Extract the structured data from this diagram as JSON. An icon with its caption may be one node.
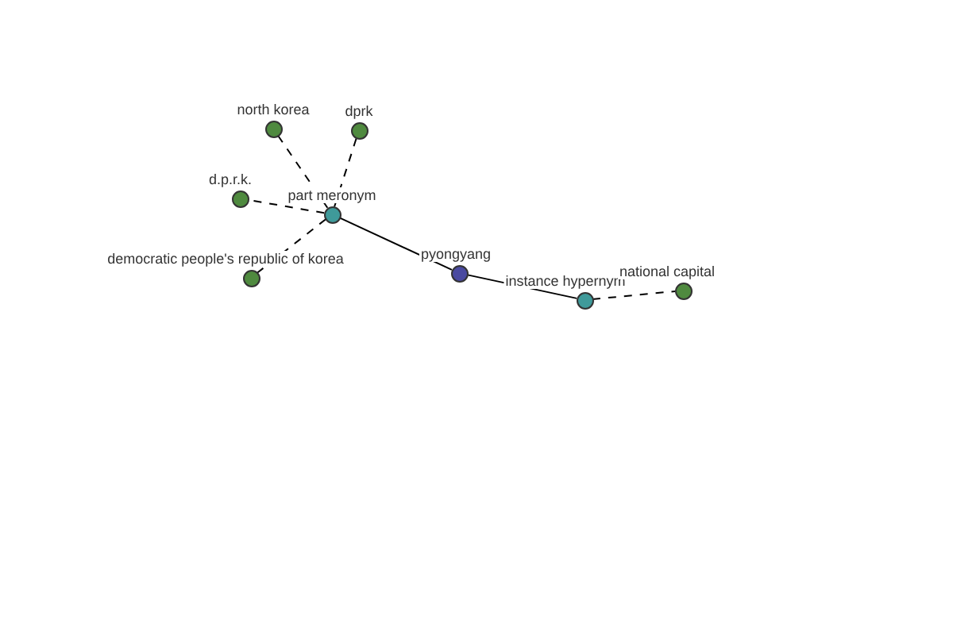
{
  "diagram": {
    "nodes": [
      {
        "text": [],
        "shape": "circle",
        "beside": [
          "north korea"
        ]
      },
      {
        "text": [],
        "shape": "circle",
        "beside": [
          "dprk"
        ]
      },
      {
        "text": [],
        "shape": "circle",
        "beside": [
          "d.p.r.k."
        ]
      },
      {
        "text": [],
        "shape": "circle",
        "beside": [
          "part meronym"
        ]
      },
      {
        "text": [],
        "shape": "circle",
        "beside": [
          "democratic people's republic of korea"
        ]
      },
      {
        "text": [],
        "shape": "circle",
        "beside": [
          "pyongyang"
        ]
      },
      {
        "text": [],
        "shape": "circle",
        "beside": [
          "instance hypernym"
        ]
      },
      {
        "text": [],
        "shape": "circle",
        "beside": [
          "national capital"
        ]
      }
    ],
    "edges": [
      {
        "from": 5,
        "to": 3,
        "arrow": "none"
      },
      {
        "from": 5,
        "to": 6,
        "arrow": "none"
      },
      {
        "from": 3,
        "to": 0,
        "arrow": "none",
        "style": "dashed"
      },
      {
        "from": 3,
        "to": 1,
        "arrow": "none",
        "style": "dashed"
      },
      {
        "from": 3,
        "to": 2,
        "arrow": "none",
        "style": "dashed"
      },
      {
        "from": 3,
        "to": 4,
        "arrow": "none",
        "style": "dashed"
      },
      {
        "from": 6,
        "to": 7,
        "arrow": "none",
        "style": "dashed"
      }
    ]
  }
}
